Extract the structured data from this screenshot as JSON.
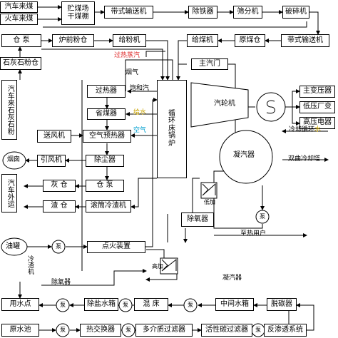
{
  "colors": {
    "heat_steam": "#e03030",
    "water": "#d4a000",
    "air": "#00a0d0",
    "line": "#000000"
  },
  "boxes": {
    "truck_coal": "汽车来煤",
    "train_coal": "火车来煤",
    "coal_yard": "贮煤场\n干煤棚",
    "belt1": "带式输送机",
    "iron_remover": "除铁器",
    "screener": "筛分机",
    "crusher": "破碎机",
    "warehouse": "仓  泵",
    "furnace_bin": "炉前粉仓",
    "feeder_powder": "给粉机",
    "feeder_coal": "给煤机",
    "coal_bunker": "原煤仓",
    "belt2": "带式输送机",
    "limestone_bin": "石灰石粉仓",
    "superheater": "过热器",
    "economizer": "省煤器",
    "air_preheater": "空气预热器",
    "dust_remover": "除尘器",
    "fd_fan": "送风机",
    "id_fan": "引风机",
    "ash_bin": "灰  仓",
    "slag_bin": "渣  仓",
    "warehouse2": "仓  泵",
    "roller_cooler": "滚筒冷渣机",
    "boiler": "循\n环\n床\n锅\n炉",
    "main_valve": "主汽门",
    "turbine": "汽轮机",
    "transformer_main": "主变压器",
    "transformer_low": "低压厂变",
    "hv_appliance": "高压电器",
    "condenser": "凝汽器",
    "deaerator": "除氧器",
    "ignition": "点火装置",
    "water_tank_user": "用水点",
    "desalt_tank": "除盐水箱",
    "mixed_bed": "混  床",
    "mid_tank": "中间水箱",
    "decarbonizer": "脱碳器",
    "water_pool": "原水池",
    "heat_exchanger": "热交换器",
    "multi_filter": "多介质过滤器",
    "carbon_filter": "活性碳过滤器",
    "ro": "反渗透系统"
  },
  "labels": {
    "truck_limestone": "汽车来石灰石粉",
    "chimney": "烟囱",
    "truck_out": "汽车外运",
    "oil_tank": "油罐",
    "heat_steam": "过热蒸汽",
    "flue_gas": "烟气",
    "saturated_steam": "饱和汽",
    "feed_water": "给水",
    "air": "空气",
    "cooling_cycle_prefix": "冷却循环",
    "cooling_cycle_suffix": "水",
    "cooling_tower": "双曲冷却塔",
    "to_heat_user": "至热用户",
    "deaerator_label": "除氧器",
    "condenser_label": "凝汽器",
    "slag_cooler": "冷渣机",
    "low_heat": "低加",
    "high_heat": "高加",
    "pump": "泵"
  }
}
